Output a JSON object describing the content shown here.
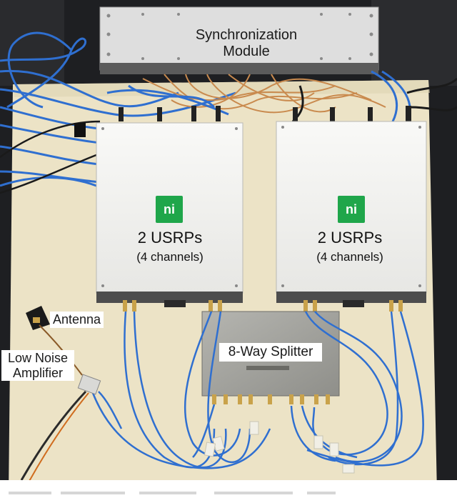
{
  "labels": {
    "sync_module": "Synchronization\nModule",
    "usrp_left_title": "2 USRPs",
    "usrp_left_sub": "(4 channels)",
    "usrp_right_title": "2 USRPs",
    "usrp_right_sub": "(4 channels)",
    "antenna": "Antenna",
    "lna": "Low Noise\nAmplifier",
    "splitter": "8-Way Splitter"
  },
  "icons": {
    "ni_logo_glyph": "ni"
  },
  "colors": {
    "board": "#ece3c6",
    "usrp_body": "#f4f4f2",
    "sync_body": "#dcdcdc",
    "splitter_body": "#a9a9a4",
    "cable_blue": "#2f6fd0",
    "cable_copper": "#c98a4e",
    "ni_green": "#1fa64a"
  }
}
